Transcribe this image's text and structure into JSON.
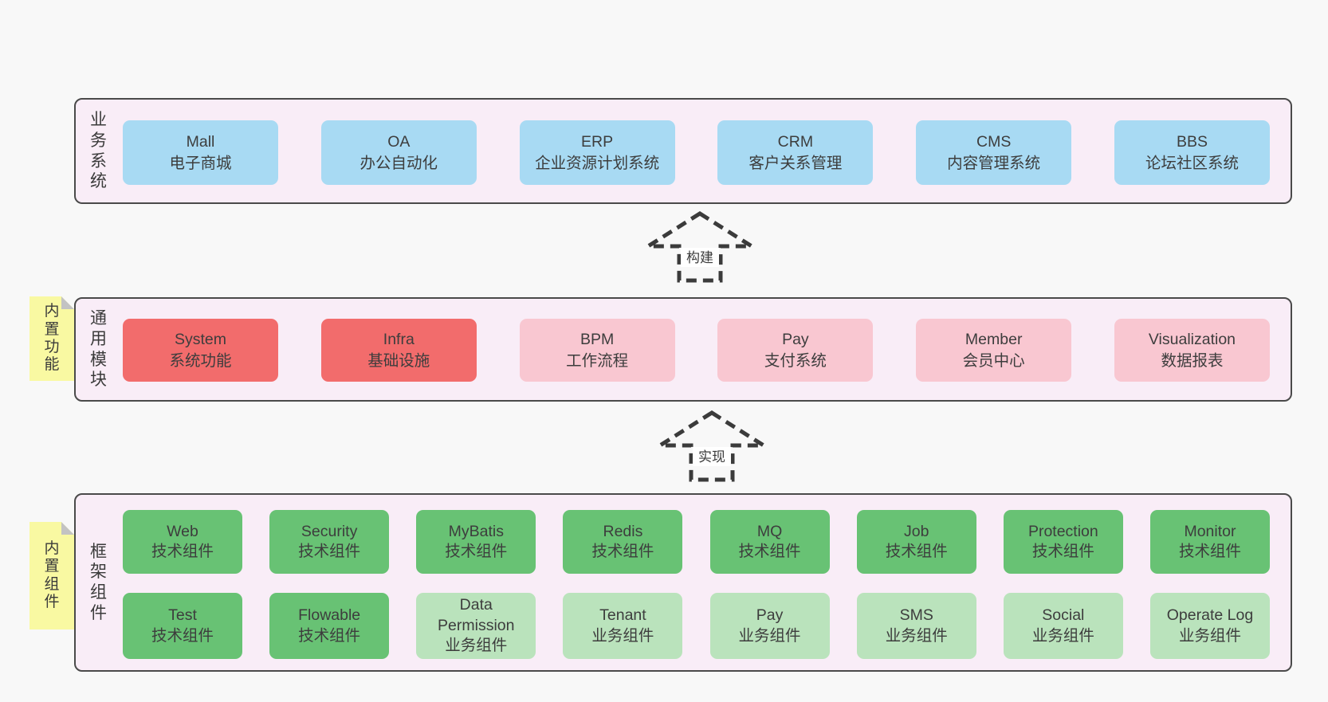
{
  "diagram": {
    "layers": [
      {
        "id": "business-systems",
        "label": "业务系统",
        "boxes": [
          {
            "en": "Mall",
            "zh": "电子商城"
          },
          {
            "en": "OA",
            "zh": "办公自动化"
          },
          {
            "en": "ERP",
            "zh": "企业资源计划系统"
          },
          {
            "en": "CRM",
            "zh": "客户关系管理"
          },
          {
            "en": "CMS",
            "zh": "内容管理系统"
          },
          {
            "en": "BBS",
            "zh": "论坛社区系统"
          }
        ]
      },
      {
        "id": "common-modules",
        "label": "通用模块",
        "tag": "内置功能",
        "boxes": [
          {
            "en": "System",
            "zh": "系统功能"
          },
          {
            "en": "Infra",
            "zh": "基础设施"
          },
          {
            "en": "BPM",
            "zh": "工作流程"
          },
          {
            "en": "Pay",
            "zh": "支付系统"
          },
          {
            "en": "Member",
            "zh": "会员中心"
          },
          {
            "en": "Visualization",
            "zh": "数据报表"
          }
        ]
      },
      {
        "id": "framework-components",
        "label": "框架组件",
        "tag": "内置组件",
        "rows": [
          [
            {
              "en": "Web",
              "zh": "技术组件"
            },
            {
              "en": "Security",
              "zh": "技术组件"
            },
            {
              "en": "MyBatis",
              "zh": "技术组件"
            },
            {
              "en": "Redis",
              "zh": "技术组件"
            },
            {
              "en": "MQ",
              "zh": "技术组件"
            },
            {
              "en": "Job",
              "zh": "技术组件"
            },
            {
              "en": "Protection",
              "zh": "技术组件"
            },
            {
              "en": "Monitor",
              "zh": "技术组件"
            }
          ],
          [
            {
              "en": "Test",
              "zh": "技术组件"
            },
            {
              "en": "Flowable",
              "zh": "技术组件"
            },
            {
              "en": "Data Permission",
              "zh": "业务组件"
            },
            {
              "en": "Tenant",
              "zh": "业务组件"
            },
            {
              "en": "Pay",
              "zh": "业务组件"
            },
            {
              "en": "SMS",
              "zh": "业务组件"
            },
            {
              "en": "Social",
              "zh": "业务组件"
            },
            {
              "en": "Operate Log",
              "zh": "业务组件"
            }
          ]
        ]
      }
    ],
    "arrows": [
      {
        "label": "构建"
      },
      {
        "label": "实现"
      }
    ],
    "colors": {
      "page_bg": "#f8f8f8",
      "panel_bg": "#f9edf7",
      "panel_border": "#4a4a4a",
      "business_box": "#a8daf3",
      "core_module_box": "#f26c6c",
      "extension_module_box": "#f9c7d1",
      "tech_component_box": "#68c274",
      "biz_component_box": "#bae3bc",
      "tag_bg": "#f9f9a2",
      "tag_fold": "#c3c3c3",
      "arrow_stroke": "#3b3b3b",
      "text": "#3d3d3d"
    }
  }
}
